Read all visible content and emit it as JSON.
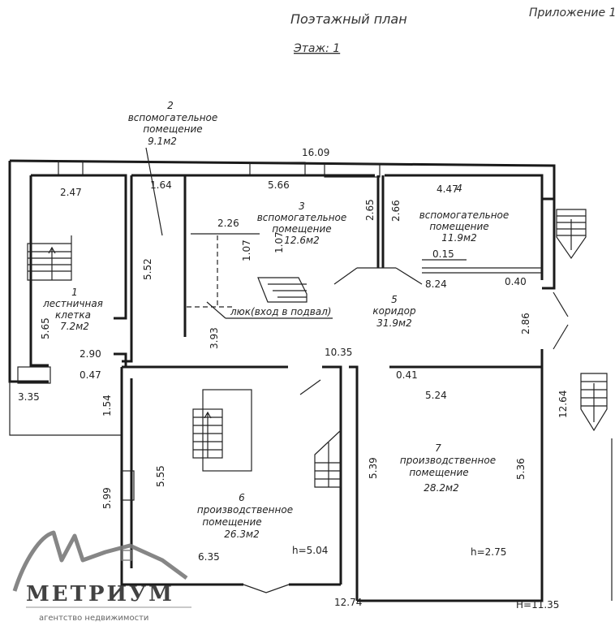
{
  "header": {
    "appendix": "Приложение 1",
    "title": "Поэтажный план",
    "floor": "Этаж: 1"
  },
  "rooms": [
    {
      "num": "1",
      "line1": "лестничная",
      "line2": "клетка",
      "area": "7.2м2"
    },
    {
      "num": "2",
      "line1": "вспомогательное",
      "line2": "помещение",
      "area": "9.1м2"
    },
    {
      "num": "3",
      "line1": "вспомогательное",
      "line2": "помещение",
      "area": "12.6м2"
    },
    {
      "num": "4",
      "line1": "вспомогательное",
      "line2": "помещение",
      "area": "11.9м2"
    },
    {
      "num": "5",
      "line1": "коридор",
      "area": "31.9м2"
    },
    {
      "num": "6",
      "line1": "производственное",
      "line2": "помещение",
      "area": "26.3м2"
    },
    {
      "num": "7",
      "line1": "производственное",
      "line2": "помещение",
      "area": "28.2м2"
    }
  ],
  "hatch_label": "люк(вход в подвал)",
  "dimensions": {
    "top_total": "16.09",
    "r1_top": "2.47",
    "r2_top": "1.64",
    "r3_top": "5.66",
    "r4_top": "4.47",
    "r3_inner": "2.26",
    "r3_right": "2.65",
    "r4_left": "2.66",
    "stair_w": "1.07",
    "stair_w2": "1.07",
    "r2_height": "5.52",
    "r1_height": "5.65",
    "corr_mid": "3.93",
    "r4_bottom": "0.15",
    "corr_right": "8.24",
    "corr_right2": "0.40",
    "r1_bottom": "2.90",
    "r1_small": "0.47",
    "left_outer": "3.35",
    "corr_bottom": "10.35",
    "r7_small": "0.41",
    "r7_top": "5.24",
    "right_edge": "2.86",
    "right_outer": "12.64",
    "left_wall": "1.54",
    "r6_height": "5.55",
    "r6_height2": "5.99",
    "r7_left": "5.39",
    "r7_right": "5.36",
    "r6_bottom": "6.35",
    "r6_h": "h=5.04",
    "r7_h": "h=2.75",
    "bottom_total": "12.74",
    "total_h": "H=11.35"
  },
  "brand": {
    "name": "МЕТРИУМ",
    "tagline": "агентство недвижимости"
  }
}
